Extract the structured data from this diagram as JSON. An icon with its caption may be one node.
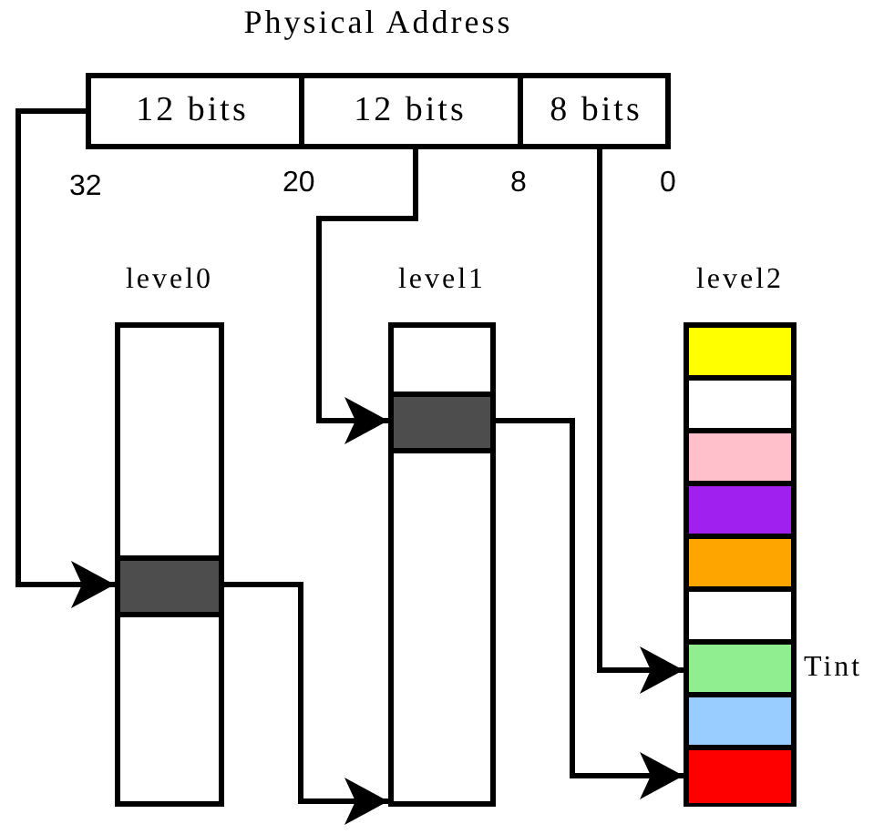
{
  "diagram": {
    "nodes": [
      {
        "text": [
          "Physical Address"
        ]
      },
      {
        "text": [
          "12 bits"
        ],
        "in": 0
      },
      {
        "text": [
          "12 bits"
        ],
        "in": 0
      },
      {
        "text": [
          "8 bits"
        ],
        "in": 0
      },
      {
        "text": [
          "level0"
        ]
      },
      {
        "text": [],
        "shape": "box",
        "in": 4
      },
      {
        "text": [
          "level1"
        ]
      },
      {
        "text": [],
        "shape": "box",
        "in": 6
      },
      {
        "text": [
          "level2"
        ]
      },
      {
        "text": [],
        "shape": "box",
        "in": 8
      },
      {
        "text": [],
        "shape": "box",
        "in": 8
      },
      {
        "text": [],
        "shape": "box",
        "in": 8
      },
      {
        "text": [],
        "shape": "box",
        "in": 8
      },
      {
        "text": [],
        "shape": "box",
        "in": 8
      },
      {
        "text": [],
        "shape": "box",
        "in": 8
      },
      {
        "text": [],
        "shape": "box",
        "in": 8,
        "beside": [
          "Tint"
        ]
      },
      {
        "text": [],
        "shape": "box",
        "in": 8
      },
      {
        "text": [],
        "shape": "box",
        "in": 8
      }
    ],
    "edges": [
      {
        "from": 1,
        "to": 5,
        "arrow": "to"
      },
      {
        "from": 5,
        "to": 6,
        "arrow": "to"
      },
      {
        "from": 2,
        "to": 7,
        "arrow": "to"
      },
      {
        "from": 7,
        "to": 8,
        "arrow": "to"
      },
      {
        "from": 3,
        "to": 15,
        "arrow": "to"
      }
    ],
    "labels": [
      "32",
      "20",
      "8",
      "0"
    ]
  }
}
